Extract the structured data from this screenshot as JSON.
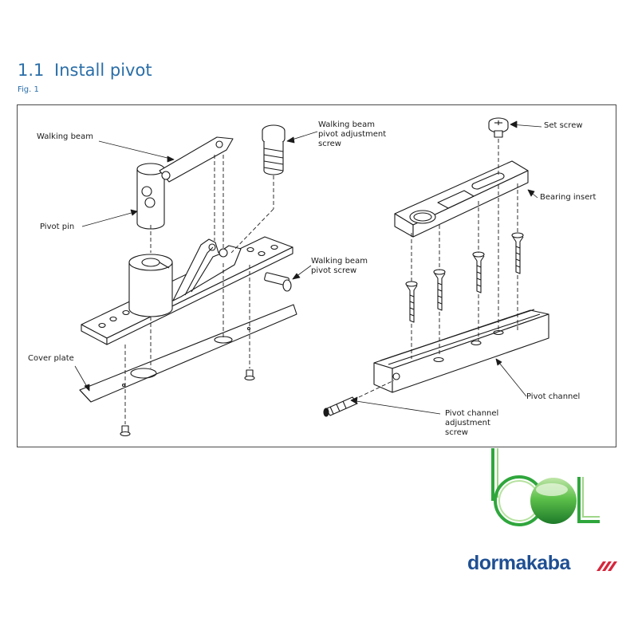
{
  "header": {
    "section_number": "1.1",
    "section_title": "Install pivot",
    "figure_label": "Fig. 1"
  },
  "callouts": {
    "walking_beam": "Walking beam",
    "walking_beam_adjust_1": "Walking beam",
    "walking_beam_adjust_2": "pivot adjustment",
    "walking_beam_adjust_3": "screw",
    "set_screw": "Set screw",
    "bearing_insert": "Bearing insert",
    "pivot_pin": "Pivot pin",
    "walking_beam_pivot_screw_1": "Walking beam",
    "walking_beam_pivot_screw_2": "pivot screw",
    "cover_plate": "Cover plate",
    "pivot_channel": "Pivot channel",
    "pivot_channel_adjust_1": "Pivot channel",
    "pivot_channel_adjust_2": "adjustment",
    "pivot_channel_adjust_3": "screw"
  },
  "brand": {
    "name": "dormakaba",
    "accent_color": "#d6263c",
    "primary_color": "#1f4f93",
    "logo_green": "#2fa63c"
  }
}
